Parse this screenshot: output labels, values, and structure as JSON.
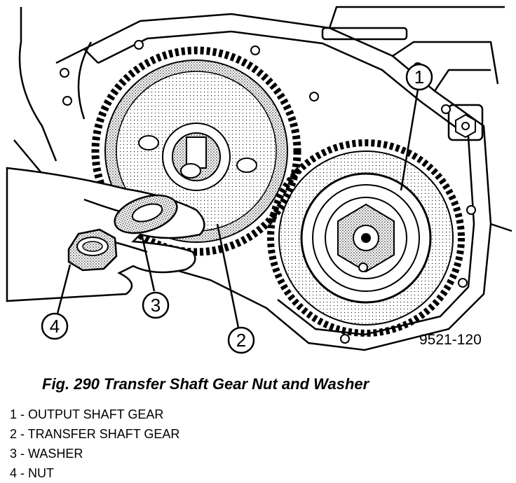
{
  "figure": {
    "reference_number": "9521-120",
    "callouts": [
      "1",
      "2",
      "3",
      "4"
    ]
  },
  "caption": "Fig. 290 Transfer Shaft Gear Nut and Washer",
  "legend": [
    "1 - OUTPUT SHAFT GEAR",
    "2 - TRANSFER SHAFT GEAR",
    "3 - WASHER",
    "4 - NUT"
  ]
}
